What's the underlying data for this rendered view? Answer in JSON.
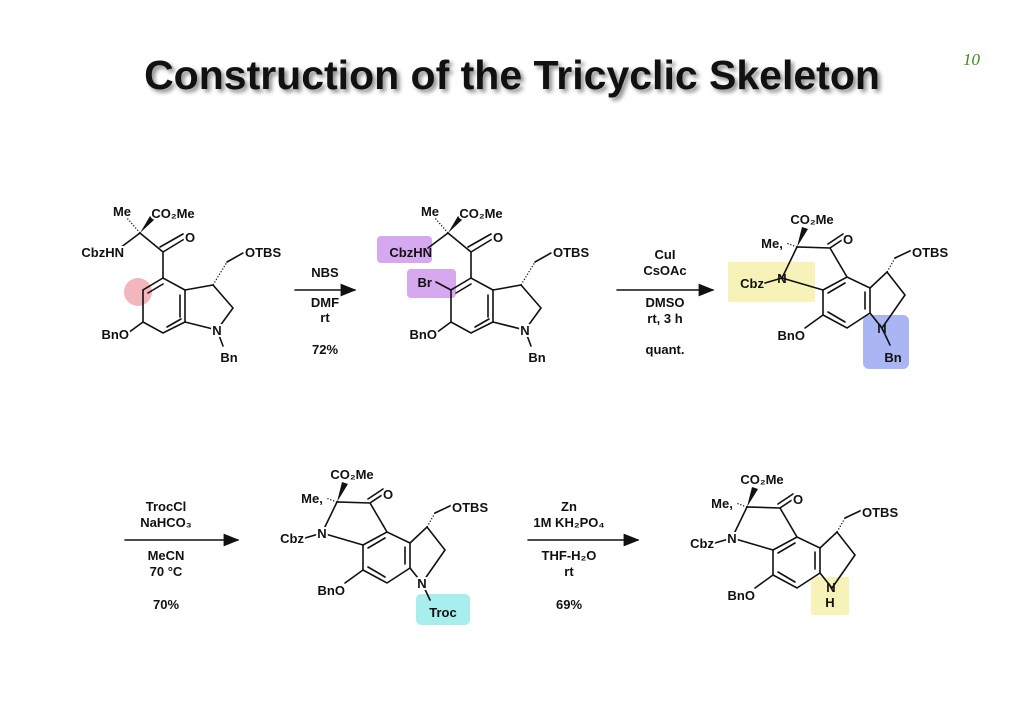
{
  "slide": {
    "title": "Construction of the Tricyclic Skeleton",
    "page_number": "10"
  },
  "labels": {
    "me": "Me",
    "me_comma": "Me,",
    "co2me": "CO₂Me",
    "o": "O",
    "cbzhn": "CbzHN",
    "cbz": "Cbz",
    "otbs": "OTBS",
    "n": "N",
    "h": "H",
    "bn": "Bn",
    "bno": "BnO",
    "br": "Br",
    "troc": "Troc"
  },
  "steps": [
    {
      "reagents_above": [
        "NBS"
      ],
      "reagents_below": [
        "DMF",
        "rt"
      ],
      "yield": "72%"
    },
    {
      "reagents_above": [
        "CuI",
        "CsOAc"
      ],
      "reagents_below": [
        "DMSO",
        "rt, 3 h"
      ],
      "yield": "quant."
    },
    {
      "reagents_above": [
        "TrocCl",
        "NaHCO₃"
      ],
      "reagents_below": [
        "MeCN",
        "70 °C"
      ],
      "yield": "70%"
    },
    {
      "reagents_above": [
        "Zn",
        "1M KH₂PO₄"
      ],
      "reagents_below": [
        "THF-H₂O",
        "rt"
      ],
      "yield": "69%"
    }
  ],
  "colors": {
    "pink": "#f4b6bd",
    "purple": "#d6a8ef",
    "yellow": "#f7f3b8",
    "blue": "#aab6f3",
    "cyan": "#a8eeee",
    "pagenum": "#3a8a1e"
  }
}
